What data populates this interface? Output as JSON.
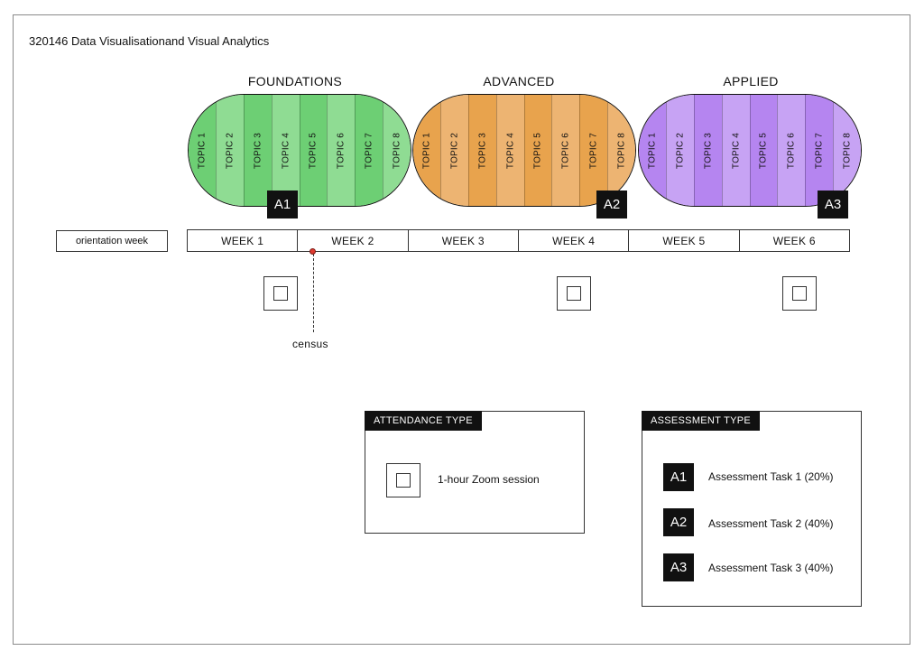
{
  "title": "320146 Data Visualisationand Visual Analytics",
  "modules": [
    {
      "name": "FOUNDATIONS",
      "assessment": "A1",
      "colors": [
        "#6dcf74",
        "#8fdc93"
      ],
      "topics": [
        "TOPIC 1",
        "TOPIC 2",
        "TOPIC 3",
        "TOPIC 4",
        "TOPIC 5",
        "TOPIC 6",
        "TOPIC 7",
        "TOPIC 8"
      ]
    },
    {
      "name": "ADVANCED",
      "assessment": "A2",
      "colors": [
        "#e8a34d",
        "#edb472"
      ],
      "topics": [
        "TOPIC 1",
        "TOPIC 2",
        "TOPIC 3",
        "TOPIC 4",
        "TOPIC 5",
        "TOPIC 6",
        "TOPIC 7",
        "TOPIC 8"
      ]
    },
    {
      "name": "APPLIED",
      "assessment": "A3",
      "colors": [
        "#b585f0",
        "#c7a3f4"
      ],
      "topics": [
        "TOPIC 1",
        "TOPIC 2",
        "TOPIC 3",
        "TOPIC 4",
        "TOPIC 5",
        "TOPIC 6",
        "TOPIC 7",
        "TOPIC 8"
      ]
    }
  ],
  "orientation_label": "orientation week",
  "weeks": [
    "WEEK 1",
    "WEEK 2",
    "WEEK 3",
    "WEEK 4",
    "WEEK 5",
    "WEEK 6"
  ],
  "census_label": "census",
  "attendance": {
    "header": "ATTENDANCE TYPE",
    "item": "1-hour Zoom session"
  },
  "assessment_legend": {
    "header": "ASSESSMENT TYPE",
    "items": [
      {
        "badge": "A1",
        "label": "Assessment Task 1 (20%)"
      },
      {
        "badge": "A2",
        "label": "Assessment Task 2 (40%)"
      },
      {
        "badge": "A3",
        "label": "Assessment Task 3 (40%)"
      }
    ]
  }
}
